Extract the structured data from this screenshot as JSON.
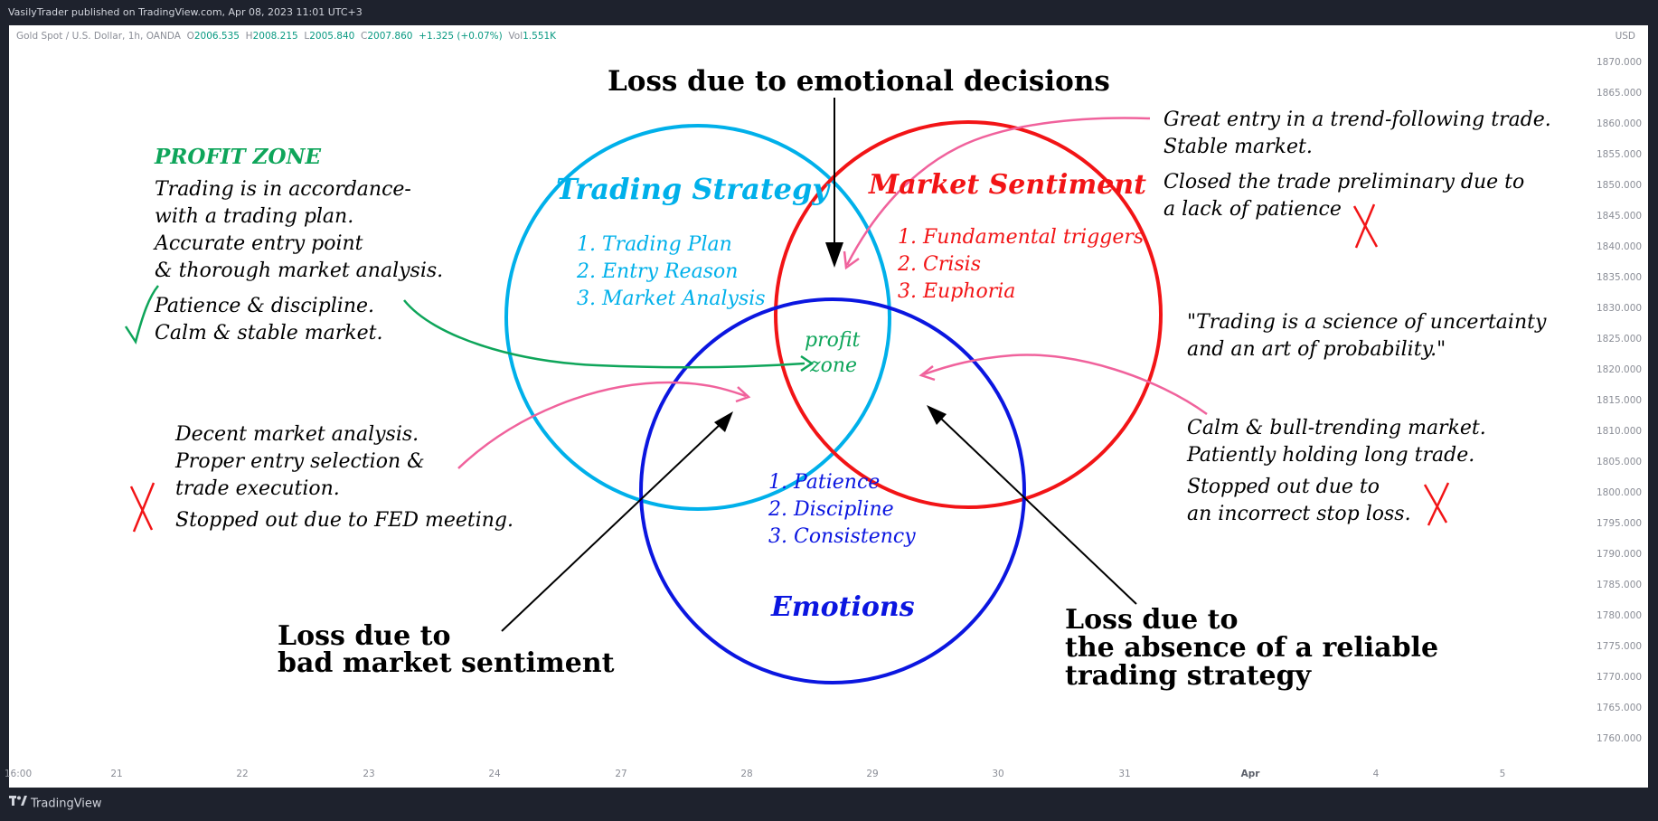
{
  "header": {
    "publish_info": "VasilyTrader published on TradingView.com, Apr 08, 2023 11:01 UTC+3"
  },
  "legend": {
    "symbol": "Gold Spot / U.S. Dollar, 1h, OANDA",
    "o_label": "O",
    "o_value": "2006.535",
    "h_label": "H",
    "h_value": "2008.215",
    "l_label": "L",
    "l_value": "2005.840",
    "c_label": "C",
    "c_value": "2007.860",
    "change": "+1.325 (+0.07%)",
    "vol_label": "Vol",
    "vol_value": "1.551K"
  },
  "price_axis": {
    "currency": "USD",
    "ticks": [
      "1870.000",
      "1865.000",
      "1860.000",
      "1855.000",
      "1850.000",
      "1845.000",
      "1840.000",
      "1835.000",
      "1830.000",
      "1825.000",
      "1820.000",
      "1815.000",
      "1810.000",
      "1805.000",
      "1800.000",
      "1795.000",
      "1790.000",
      "1785.000",
      "1780.000",
      "1775.000",
      "1770.000",
      "1765.000",
      "1760.000"
    ]
  },
  "time_axis": {
    "ticks": [
      "16:00",
      "21",
      "22",
      "23",
      "24",
      "27",
      "28",
      "29",
      "30",
      "31",
      "Apr",
      "4",
      "5"
    ]
  },
  "diagram": {
    "title_top": "Loss due to emotional decisions",
    "circle_strategy": {
      "title": "Trading Strategy",
      "items": [
        "1. Trading Plan",
        "2. Entry Reason",
        "3. Market Analysis"
      ],
      "color": "#00b0ea"
    },
    "circle_sentiment": {
      "title": "Market Sentiment",
      "items": [
        "1. Fundamental triggers",
        "2. Crisis",
        "3. Euphoria"
      ],
      "color": "#f21416"
    },
    "circle_emotions": {
      "title": "Emotions",
      "items": [
        "1. Patience",
        "2. Discipline",
        "3. Consistency"
      ],
      "color": "#0b16e0"
    },
    "center": {
      "line1": "profit",
      "line2": "zone",
      "color": "#0ea55a"
    },
    "profit_zone_note": {
      "heading": "PROFIT ZONE",
      "lines": [
        "Trading is in accordance-",
        "with a trading plan.",
        "Accurate entry point",
        "& thorough market analysis.",
        "Patience & discipline.",
        "Calm & stable market."
      ]
    },
    "left_note": {
      "lines": [
        "Decent market analysis.",
        "Proper entry selection &",
        "trade execution.",
        "Stopped out due to FED meeting."
      ]
    },
    "top_right_note": {
      "lines": [
        "Great entry in a trend-following trade.",
        "Stable market.",
        "Closed the trade preliminary due to",
        "a lack of patience"
      ]
    },
    "quote": {
      "lines": [
        "\"Trading is a science of uncertainty",
        "and an art of probability.\""
      ]
    },
    "right_note": {
      "lines": [
        "Calm & bull-trending market.",
        "Patiently holding long trade.",
        "Stopped out due to",
        "an incorrect stop loss."
      ]
    },
    "loss_sentiment": {
      "line1": "Loss due to",
      "line2": "bad market sentiment"
    },
    "loss_strategy": {
      "line1": "Loss due to",
      "line2": "the absence of a reliable",
      "line3": "trading strategy"
    },
    "check_color": "#0ea55a",
    "cross_color": "#f21416",
    "arrow_pink": "#f0629c"
  },
  "footer": {
    "brand": "TradingView"
  }
}
